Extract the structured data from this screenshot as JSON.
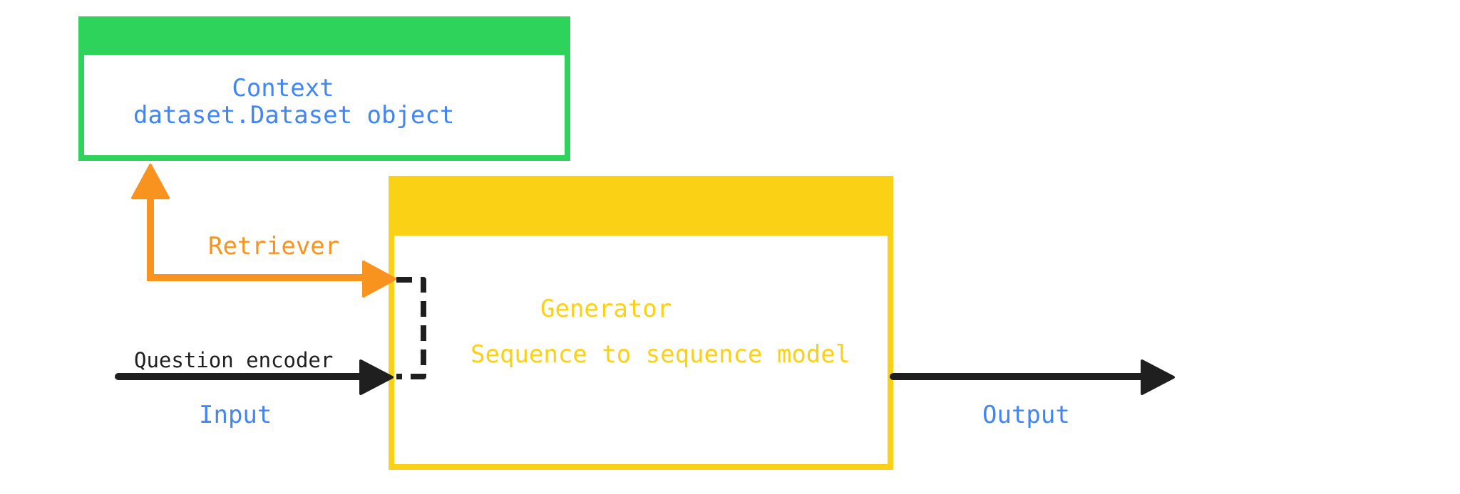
{
  "context": {
    "title": "Context",
    "subtitle": "dataset.Dataset object"
  },
  "retriever": {
    "label": "Retriever"
  },
  "generator": {
    "title": "Generator",
    "subtitle": "Sequence to sequence model"
  },
  "question_encoder": {
    "label": "Question encoder"
  },
  "input": {
    "label": "Input"
  },
  "output": {
    "label": "Output"
  },
  "colors": {
    "context_box": "#2dd35b",
    "generator_box": "#fbd115",
    "retriever_arrow": "#f7931e",
    "flow_arrow": "#1f1f1f",
    "label_blue": "#4285f4"
  }
}
